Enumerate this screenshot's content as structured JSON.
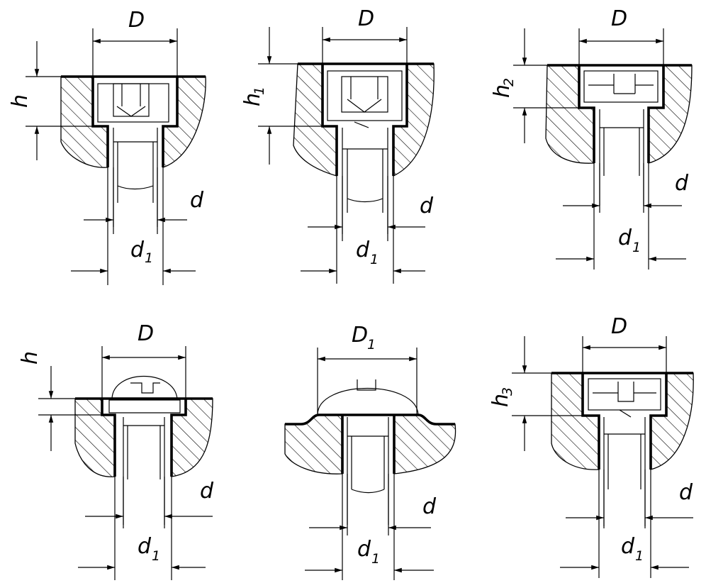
{
  "figures": [
    {
      "id": "fig1",
      "labels": {
        "diameter": "D",
        "depth": "h",
        "thread": "d",
        "hole": "d",
        "hole_sub": "1"
      }
    },
    {
      "id": "fig2",
      "labels": {
        "diameter": "D",
        "depth": "h",
        "depth_sub": "1",
        "thread": "d",
        "hole": "d",
        "hole_sub": "1"
      }
    },
    {
      "id": "fig3",
      "labels": {
        "diameter": "D",
        "depth": "h",
        "depth_sub": "2",
        "thread": "d",
        "hole": "d",
        "hole_sub": "1"
      }
    },
    {
      "id": "fig4",
      "labels": {
        "diameter": "D",
        "depth": "h",
        "thread": "d",
        "hole": "d",
        "hole_sub": "1"
      }
    },
    {
      "id": "fig5",
      "labels": {
        "diameter": "D",
        "diameter_sub": "1",
        "thread": "d",
        "hole": "d",
        "hole_sub": "1"
      }
    },
    {
      "id": "fig6",
      "labels": {
        "diameter": "D",
        "depth": "h",
        "depth_sub": "3",
        "thread": "d",
        "hole": "d",
        "hole_sub": "1"
      }
    }
  ]
}
